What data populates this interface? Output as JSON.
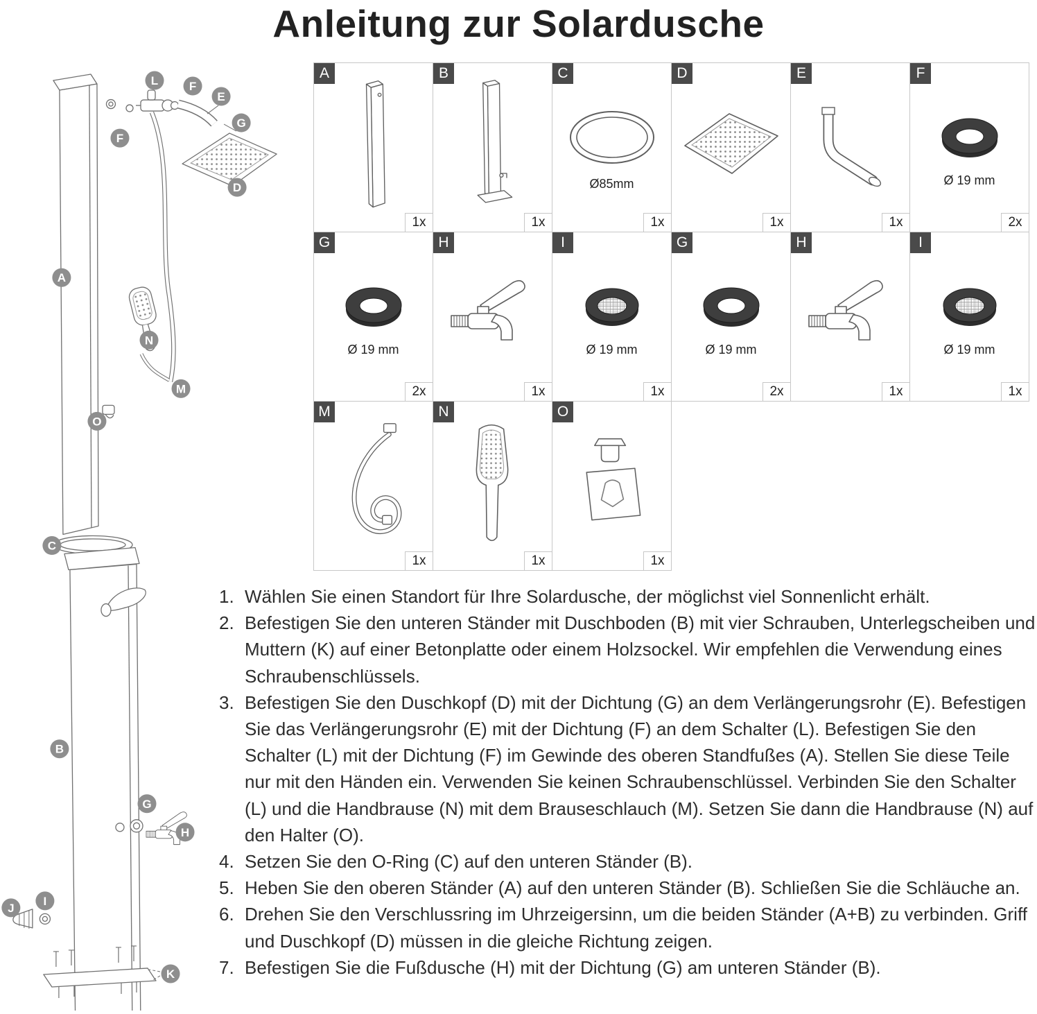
{
  "title": "Anleitung zur Solardusche",
  "diagram": {
    "callouts": [
      "A",
      "L",
      "F",
      "E",
      "G",
      "D",
      "F",
      "N",
      "M",
      "O",
      "C",
      "B",
      "G",
      "H",
      "J",
      "I",
      "K"
    ]
  },
  "parts": [
    {
      "label": "A",
      "dim": "",
      "qty": "1x"
    },
    {
      "label": "B",
      "dim": "",
      "qty": "1x"
    },
    {
      "label": "C",
      "dim": "Ø85mm",
      "qty": "1x"
    },
    {
      "label": "D",
      "dim": "",
      "qty": "1x"
    },
    {
      "label": "E",
      "dim": "",
      "qty": "1x"
    },
    {
      "label": "F",
      "dim": "Ø 19 mm",
      "qty": "2x"
    },
    {
      "label": "G",
      "dim": "Ø 19 mm",
      "qty": "2x"
    },
    {
      "label": "H",
      "dim": "",
      "qty": "1x"
    },
    {
      "label": "I",
      "dim": "Ø 19 mm",
      "qty": "1x"
    },
    {
      "label": "G",
      "dim": "Ø 19 mm",
      "qty": "2x"
    },
    {
      "label": "H",
      "dim": "",
      "qty": "1x"
    },
    {
      "label": "I",
      "dim": "Ø 19 mm",
      "qty": "1x"
    },
    {
      "label": "M",
      "dim": "",
      "qty": "1x"
    },
    {
      "label": "N",
      "dim": "",
      "qty": "1x"
    },
    {
      "label": "O",
      "dim": "",
      "qty": "1x"
    }
  ],
  "instructions": [
    {
      "num": "1.",
      "text": "Wählen Sie einen Standort für Ihre Solardusche, der möglichst viel Sonnenlicht erhält."
    },
    {
      "num": "2.",
      "text": "Befestigen Sie den unteren Ständer mit Duschboden (B) mit vier Schrauben, Unterlegscheiben und Muttern (K) auf einer Betonplatte oder einem Holzsockel. Wir empfehlen die Verwendung eines Schraubenschlüssels."
    },
    {
      "num": "3.",
      "text": "Befestigen Sie den Duschkopf (D) mit der Dichtung (G) an dem Verlängerungsrohr (E). Befestigen Sie das Verlängerungsrohr (E) mit der Dichtung (F) an dem Schalter (L). Befestigen Sie den Schalter (L) mit der Dichtung (F) im Gewinde des oberen Standfußes (A). Stellen Sie diese Teile nur mit den Händen ein. Verwenden Sie keinen Schraubenschlüssel. Verbinden Sie den Schalter (L) und die Handbrause (N) mit dem Brauseschlauch (M). Setzen Sie dann die Handbrause (N) auf den Halter (O)."
    },
    {
      "num": "4.",
      "text": "Setzen Sie den O-Ring (C) auf den unteren Ständer (B)."
    },
    {
      "num": "5.",
      "text": "Heben Sie den oberen Ständer (A) auf den unteren Ständer (B). Schließen Sie die Schläuche an."
    },
    {
      "num": "6.",
      "text": "Drehen Sie den Verschlussring im Uhrzeigersinn, um die beiden Ständer (A+B) zu verbinden. Griff und Duschkopf (D) müssen in die gleiche Richtung zeigen."
    },
    {
      "num": "7.",
      "text": "Befestigen Sie die Fußdusche (H) mit der Dichtung (G) am unteren Ständer (B)."
    }
  ]
}
